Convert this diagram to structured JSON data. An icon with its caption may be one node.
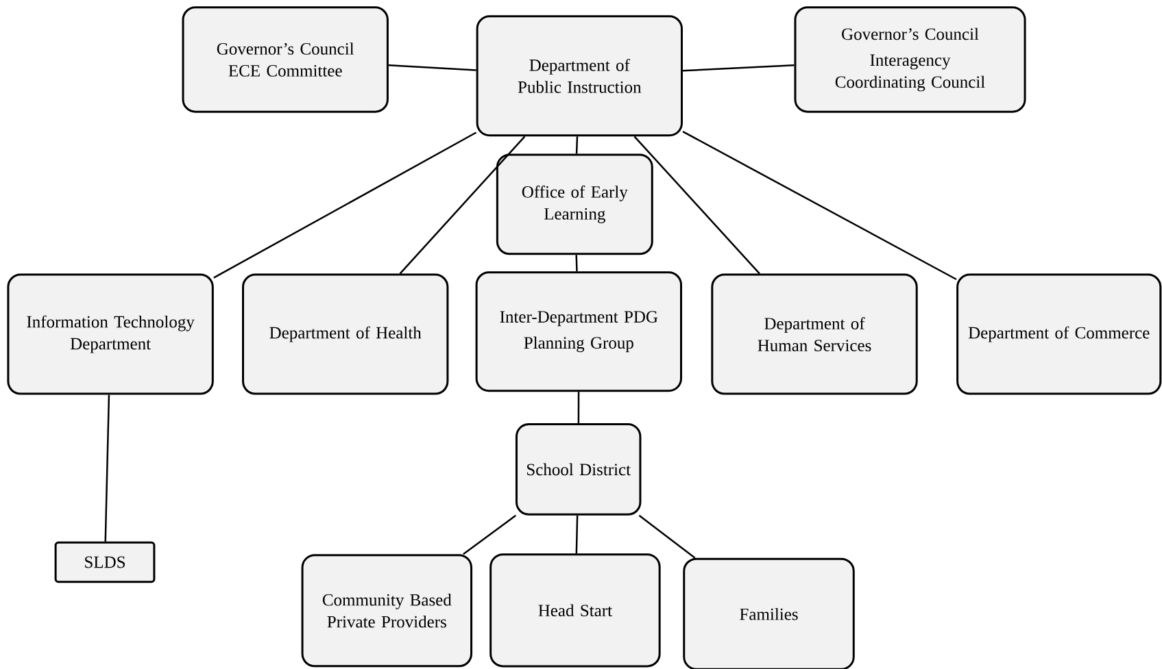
{
  "diagram": {
    "nodes": [
      {
        "text": [
          "Governor’s Council ECE Committee"
        ]
      },
      {
        "text": [
          "Department of Public Instruction"
        ]
      },
      {
        "text": [
          "Governor’s Council",
          "Interagency Coordinating Council"
        ]
      },
      {
        "text": [
          "Office of Early Learning"
        ]
      },
      {
        "text": [
          "Information Technology Department"
        ]
      },
      {
        "text": [
          "Department of Health"
        ]
      },
      {
        "text": [
          "Inter-Department PDG",
          "Planning Group"
        ]
      },
      {
        "text": [
          "Department of Human Services"
        ]
      },
      {
        "text": [
          "Department of Commerce"
        ]
      },
      {
        "text": [
          "School District"
        ]
      },
      {
        "text": [
          "SLDS"
        ]
      },
      {
        "text": [
          "Community Based Private Providers"
        ]
      },
      {
        "text": [
          "Head Start"
        ]
      },
      {
        "text": [
          "Families"
        ]
      }
    ],
    "edges": [
      {
        "from": 1,
        "to": 0,
        "arrow": "none"
      },
      {
        "from": 1,
        "to": 2,
        "arrow": "none"
      },
      {
        "from": 1,
        "to": 4,
        "arrow": "none"
      },
      {
        "from": 1,
        "to": 5,
        "arrow": "none"
      },
      {
        "from": 1,
        "to": 3,
        "arrow": "none"
      },
      {
        "from": 1,
        "to": 7,
        "arrow": "none"
      },
      {
        "from": 1,
        "to": 8,
        "arrow": "none"
      },
      {
        "from": 3,
        "to": 6,
        "arrow": "none"
      },
      {
        "from": 6,
        "to": 9,
        "arrow": "none"
      },
      {
        "from": 4,
        "to": 10,
        "arrow": "none"
      },
      {
        "from": 9,
        "to": 11,
        "arrow": "none"
      },
      {
        "from": 9,
        "to": 12,
        "arrow": "none"
      },
      {
        "from": 9,
        "to": 13,
        "arrow": "none"
      }
    ]
  }
}
